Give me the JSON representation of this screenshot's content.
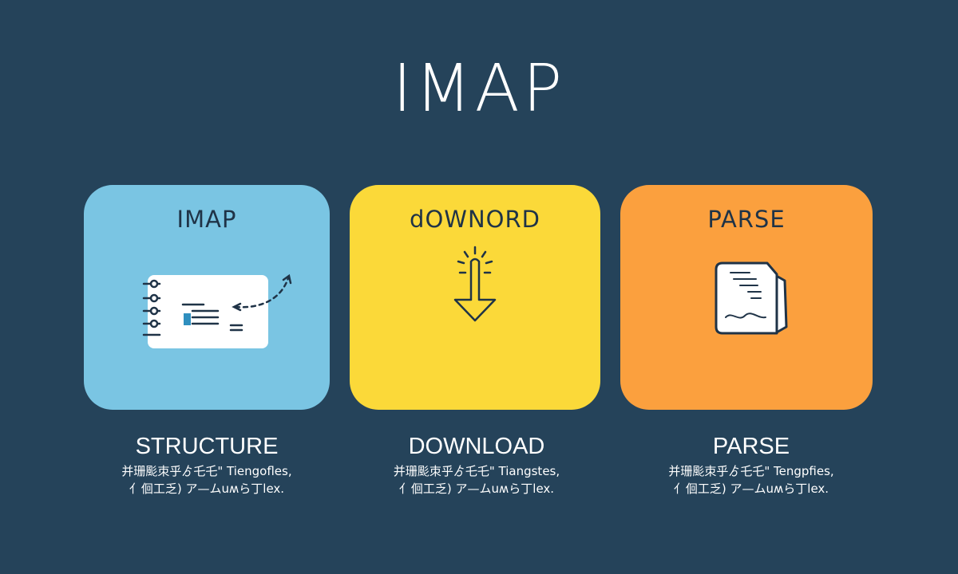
{
  "title": "IMAP",
  "cards": [
    {
      "title": "IMAP",
      "icon": "email-structure-icon",
      "color": "#7ac5e3",
      "caption_title": "STRUCTURE",
      "caption_lines": [
        "并珊颩朿乎ゟ乇乇\" Tiengofles,",
        "亻佪工乏) ア—ムuʍら丁lex."
      ]
    },
    {
      "title": "dOWNORD",
      "icon": "download-arrow-icon",
      "color": "#fbd939",
      "caption_title": "DOWNLOAD",
      "caption_lines": [
        "并珊颩朿乎ゟ乇乇\" Tiangstes,",
        "亻佪工乏) ア—ムuʍら丁lex."
      ]
    },
    {
      "title": "PARSE",
      "icon": "document-parse-icon",
      "color": "#fba03e",
      "caption_title": "PARSE",
      "caption_lines": [
        "并珊颩朿乎ゟ乇乇\" Tengpfies,",
        "亻佪工乏) ア—ムuʍら丁lex."
      ]
    }
  ]
}
